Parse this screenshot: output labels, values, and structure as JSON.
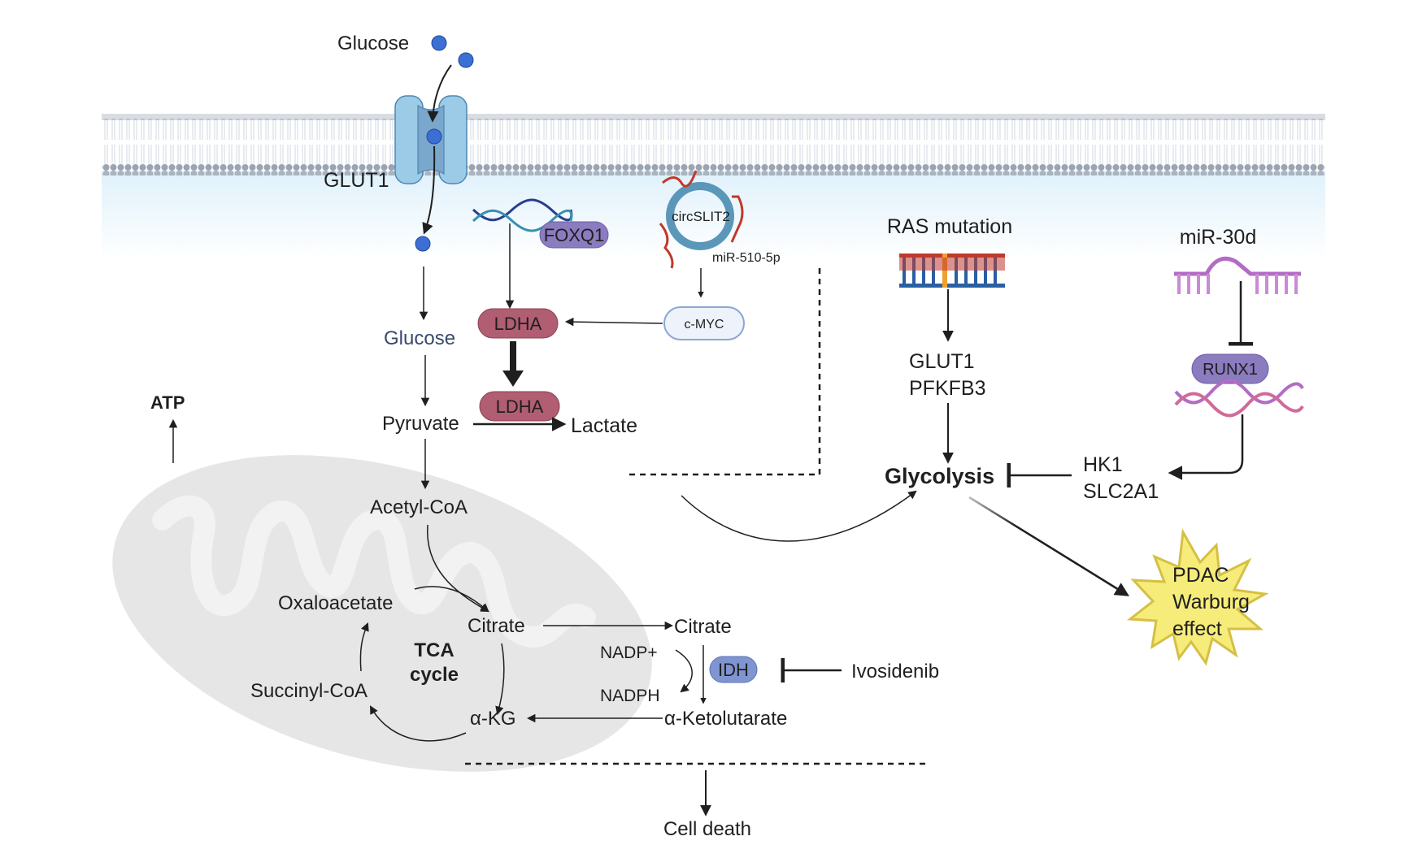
{
  "labels": {
    "glucose_out": "Glucose",
    "glut1_transporter": "GLUT1",
    "foxq1": "FOXQ1",
    "circslit2": "circSLIT2",
    "mir510": "miR-510-5p",
    "cmyc": "c-MYC",
    "ldha_top": "LDHA",
    "ldha_bottom": "LDHA",
    "glucose_in": "Glucose",
    "pyruvate": "Pyruvate",
    "lactate": "Lactate",
    "acetyl_coa": "Acetyl-CoA",
    "atp": "ATP",
    "oxaloacetate": "Oxaloacetate",
    "citrate_mito": "Citrate",
    "tca_line1": "TCA",
    "tca_line2": "cycle",
    "succinyl_coa": "Succinyl-CoA",
    "akg": "α-KG",
    "citrate_cyto": "Citrate",
    "nadp_plus": "NADP+",
    "nadph": "NADPH",
    "idh": "IDH",
    "ivosidenib": "Ivosidenib",
    "a_ketoglutarate": "α-Ketolutarate",
    "cell_death": "Cell death",
    "ras_mutation": "RAS mutation",
    "glut1_gene": "GLUT1",
    "pfkfb3": "PFKFB3",
    "glycolysis": "Glycolysis",
    "mir30d": "miR-30d",
    "runx1": "RUNX1",
    "hk1": "HK1",
    "slc2a1": "SLC2A1",
    "pdac_line1": "PDAC",
    "pdac_line2": "Warburg",
    "pdac_line3": "effect"
  },
  "colors": {
    "glucose_dot": "#3b6fd4",
    "transporter": "#8fbfe0",
    "ldha": "#b15d72",
    "foxq1": "#8b7bbf",
    "runx1": "#8b7bbf",
    "idh": "#7f95d1",
    "cmyc_fill": "#eef3fb",
    "circ_ring": "#5b97b8",
    "mirna_red": "#c0392b",
    "mirna_purple": "#b36cc4",
    "starburst": "#f6ec7a",
    "membrane": "#9aa6b4",
    "mito": "#e4e4e4"
  }
}
